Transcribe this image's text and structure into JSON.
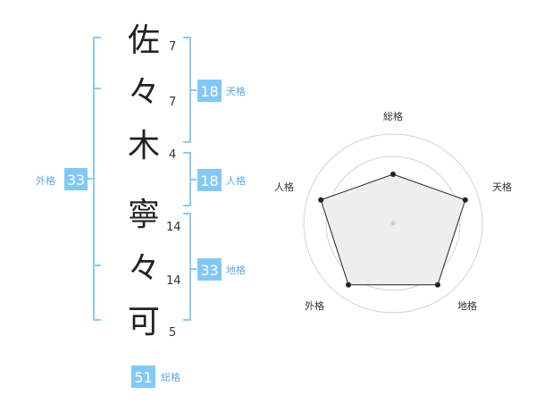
{
  "name": {
    "chars": [
      {
        "char": "佐",
        "strokes": "7"
      },
      {
        "char": "々",
        "strokes": "7"
      },
      {
        "char": "木",
        "strokes": "4"
      },
      {
        "char": "寧",
        "strokes": "14"
      },
      {
        "char": "々",
        "strokes": "14"
      },
      {
        "char": "可",
        "strokes": "5"
      }
    ]
  },
  "kakusu": {
    "tenkaku": {
      "value": "18",
      "label": "天格"
    },
    "jinkaku": {
      "value": "18",
      "label": "人格"
    },
    "chikaku": {
      "value": "33",
      "label": "地格"
    },
    "gaikaku": {
      "value": "33",
      "label": "外格"
    },
    "soukaku": {
      "value": "51",
      "label": "総格"
    }
  },
  "radar": {
    "axes": [
      "総格",
      "天格",
      "地格",
      "外格",
      "人格"
    ],
    "values": [
      0.55,
      0.85,
      0.85,
      0.85,
      0.85
    ],
    "rings": 4
  },
  "colors": {
    "accent": "#83c8f5",
    "accent_text": "#5aa9e6",
    "bracket": "#8dcbf2",
    "polygon_fill": "#eeeeee",
    "ring": "#d3d3d3"
  }
}
